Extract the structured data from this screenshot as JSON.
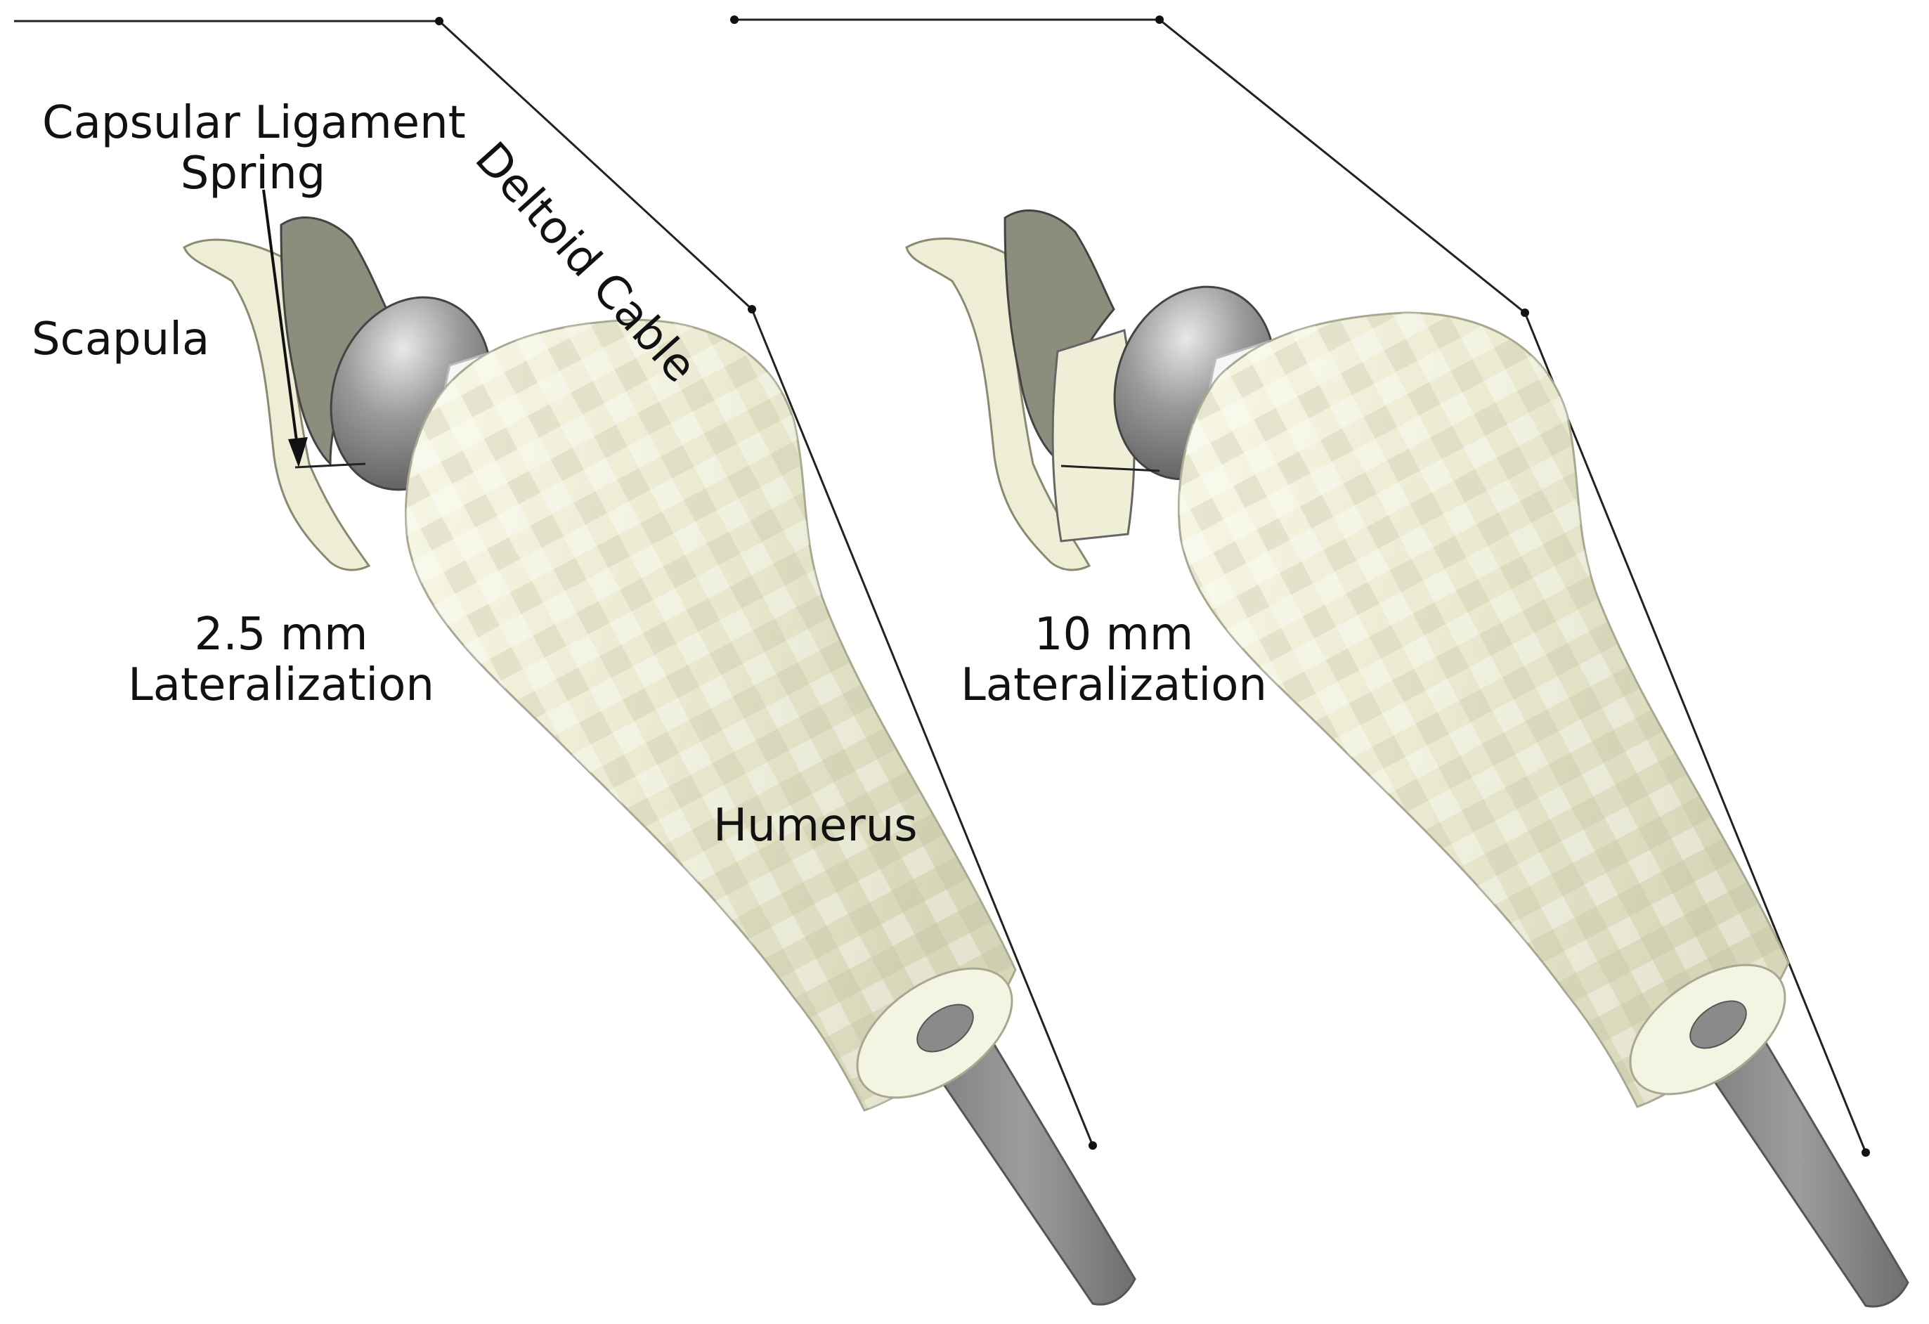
{
  "labels": {
    "capsular_ligament_line1": "Capsular Ligament",
    "capsular_ligament_line2": "Spring",
    "scapula": "Scapula",
    "deltoid_cable": "Deltoid Cable",
    "humerus": "Humerus",
    "left_lateralization_value": "2.5 mm",
    "left_lateralization_word": "Lateralization",
    "right_lateralization_value": "10 mm",
    "right_lateralization_word": "Lateralization"
  },
  "colors": {
    "bone": "#eeeed8",
    "bone_shade": "#c8c8a8",
    "implant": "#8a8a8a",
    "spacer": "#f6f6f4",
    "glenoid": "#8f8f80",
    "line": "#222222"
  }
}
